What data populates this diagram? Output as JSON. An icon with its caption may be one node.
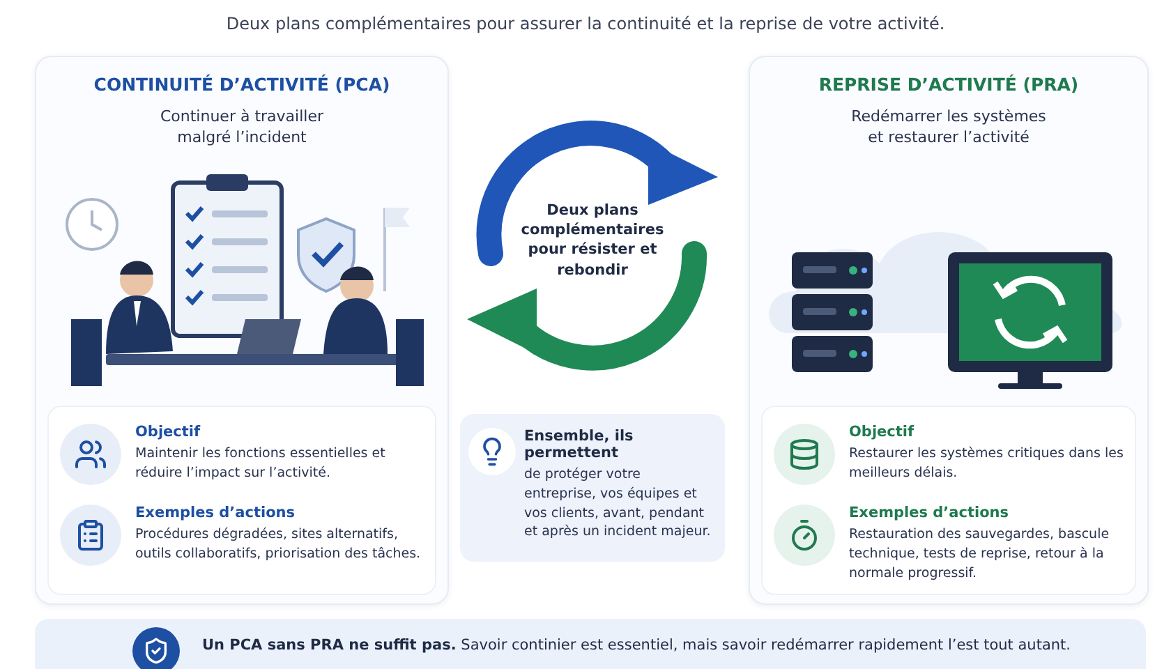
{
  "diagram": {
    "nodes": [
      {
        "text": [
          "CONTINUITÉ D’ACTIVITÉ (PCA)",
          "Continuer à travailler malgré l’incident"
        ]
      },
      {
        "text": [
          "Objectif",
          "Maintenir les fonctions essentielles et réduire l’impact sur l’activité."
        ],
        "in": 0
      },
      {
        "text": [
          "Exemples d’actions",
          "Procédures dégradées, sites alternatifs, outils collaboratifs, priorisation des tâches."
        ],
        "in": 0
      },
      {
        "text": [
          "Deux plans complémentaires pour résister et rebondir"
        ]
      },
      {
        "text": [
          "Ensemble, ils permettent",
          "de protéger votre entreprise, vos équipes et vos clients, avant, pendant et après un incident majeur."
        ]
      },
      {
        "text": [
          "REPRISE D’ACTIVITÉ (PRA)",
          "Redémarrer les systèmes et restaurer l’activité"
        ]
      },
      {
        "text": [
          "Objectif",
          "Restaurer les systèmes critiques dans les meilleurs délais."
        ],
        "in": 5
      },
      {
        "text": [
          "Exemples d’actions",
          "Restauration des sauvegardes, bascule technique, tests de reprise, retour à la normale progressif."
        ],
        "in": 5
      },
      {
        "text": [
          "**Un PCA sans PRA ne suffit pas.** Savoir continier est essentiel, mais savoir redémarrer rapidement l’est tout autant."
        ]
      }
    ],
    "labels": [
      "Deux plans complémentaires pour assurer la continuité et la reprise de votre activité."
    ]
  }
}
